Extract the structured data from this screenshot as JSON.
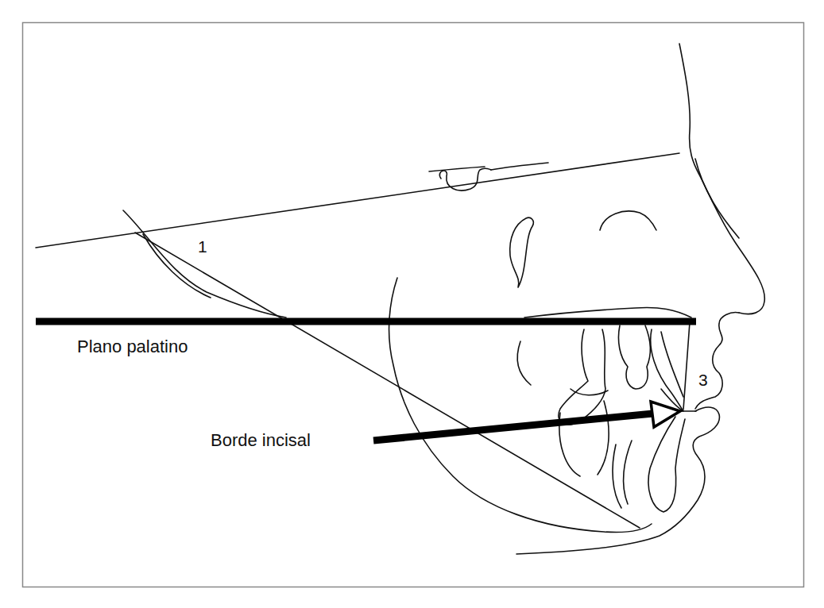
{
  "diagram": {
    "labels": [
      "1",
      "Plano palatino",
      "3",
      "Borde incisal"
    ]
  }
}
